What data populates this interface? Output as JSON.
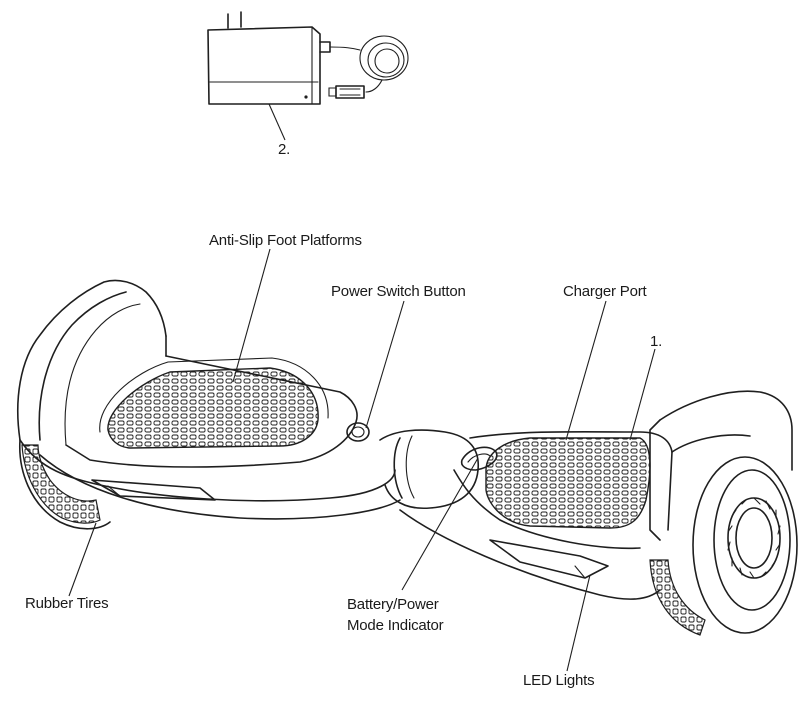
{
  "labels": {
    "charger_callout": "2.",
    "board_callout": "1.",
    "anti_slip": "Anti-Slip Foot Platforms",
    "power_switch": "Power Switch Button",
    "charger_port": "Charger Port",
    "rubber_tires": "Rubber Tires",
    "battery_line1": "Battery/Power",
    "battery_line2": "Mode Indicator",
    "led_lights": "LED Lights"
  }
}
